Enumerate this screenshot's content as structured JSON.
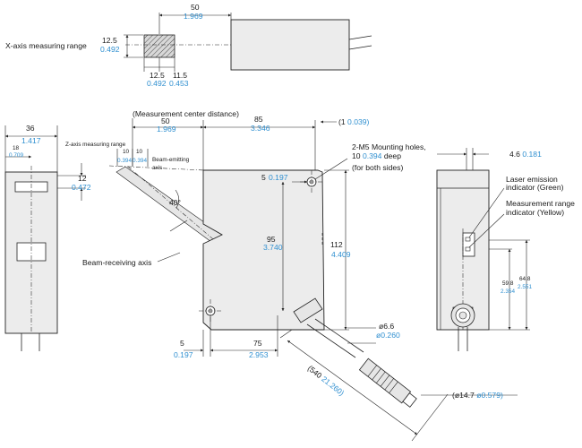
{
  "labels": {
    "x_axis_range": "X-axis measuring range",
    "measurement_center": "(Measurement center distance)",
    "z_axis_range": "Z-axis measuring range",
    "beam_emitting": "Beam-emitting",
    "beam_emitting_2": "axis",
    "beam_receiving": "Beam-receiving axis",
    "mounting_holes_1": "2-M5 Mounting holes,",
    "mounting_holes_3": "(for both sides)",
    "laser_indicator_1": "Laser emission",
    "laser_indicator_2": "indicator (Green)",
    "range_indicator_1": "Measurement range",
    "range_indicator_2": "indicator (Yellow)",
    "angle": "40°"
  },
  "dims": {
    "top_50": {
      "mm": "50",
      "in": "1.969"
    },
    "top_12_5": {
      "mm": "12.5",
      "in": "0.492"
    },
    "top_12_5b": {
      "mm": "12.5",
      "in": "0.492"
    },
    "top_11_5": {
      "mm": "11.5",
      "in": "0.453"
    },
    "w36": {
      "mm": "36",
      "in": "1.417"
    },
    "w18": {
      "mm": "18",
      "in": "0.709"
    },
    "h12": {
      "mm": "12",
      "in": "0.472"
    },
    "z10a": {
      "mm": "10",
      "in": "0.394"
    },
    "z10b": {
      "mm": "10",
      "in": "0.394"
    },
    "mc50": {
      "mm": "50",
      "in": "1.969"
    },
    "w85": {
      "mm": "85",
      "in": "3.346"
    },
    "d1": {
      "pre": "(1",
      "in": "0.039)"
    },
    "deep": {
      "mm": "10",
      "in": "0.394",
      "post": "deep"
    },
    "d5top": {
      "mm": "5",
      "in": "0.197"
    },
    "h95": {
      "mm": "95",
      "in": "3.740"
    },
    "h112": {
      "mm": "112",
      "in": "4.409"
    },
    "d5bot": {
      "mm": "5",
      "in": "0.197"
    },
    "w75": {
      "mm": "75",
      "in": "2.953"
    },
    "phi66": {
      "mm": "ø6.6",
      "in": "ø0.260"
    },
    "cable": {
      "mm": "(540",
      "in": "21.260)"
    },
    "phi147": {
      "mm": "(ø14.7",
      "in": "ø0.579)"
    },
    "d46": {
      "mm": "4.6",
      "in": "0.181"
    },
    "h598": {
      "mm": "59.8",
      "in": "2.354"
    },
    "h648": {
      "mm": "64.8",
      "in": "2.551"
    }
  }
}
